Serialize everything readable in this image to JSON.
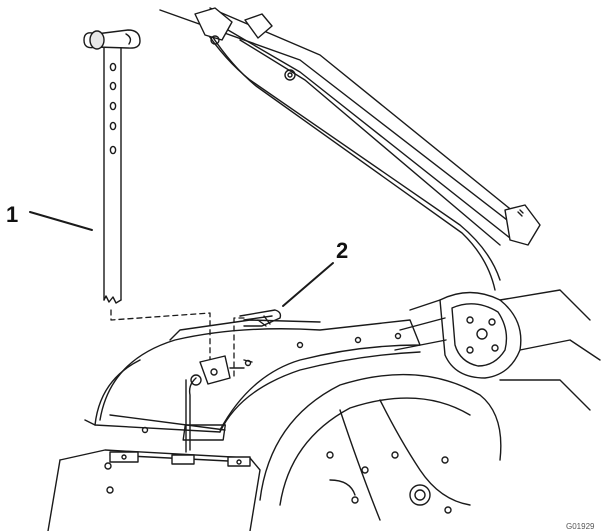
{
  "callouts": [
    {
      "id": "1",
      "text": "1"
    },
    {
      "id": "2",
      "text": "2"
    }
  ],
  "figure_code": "G01929"
}
